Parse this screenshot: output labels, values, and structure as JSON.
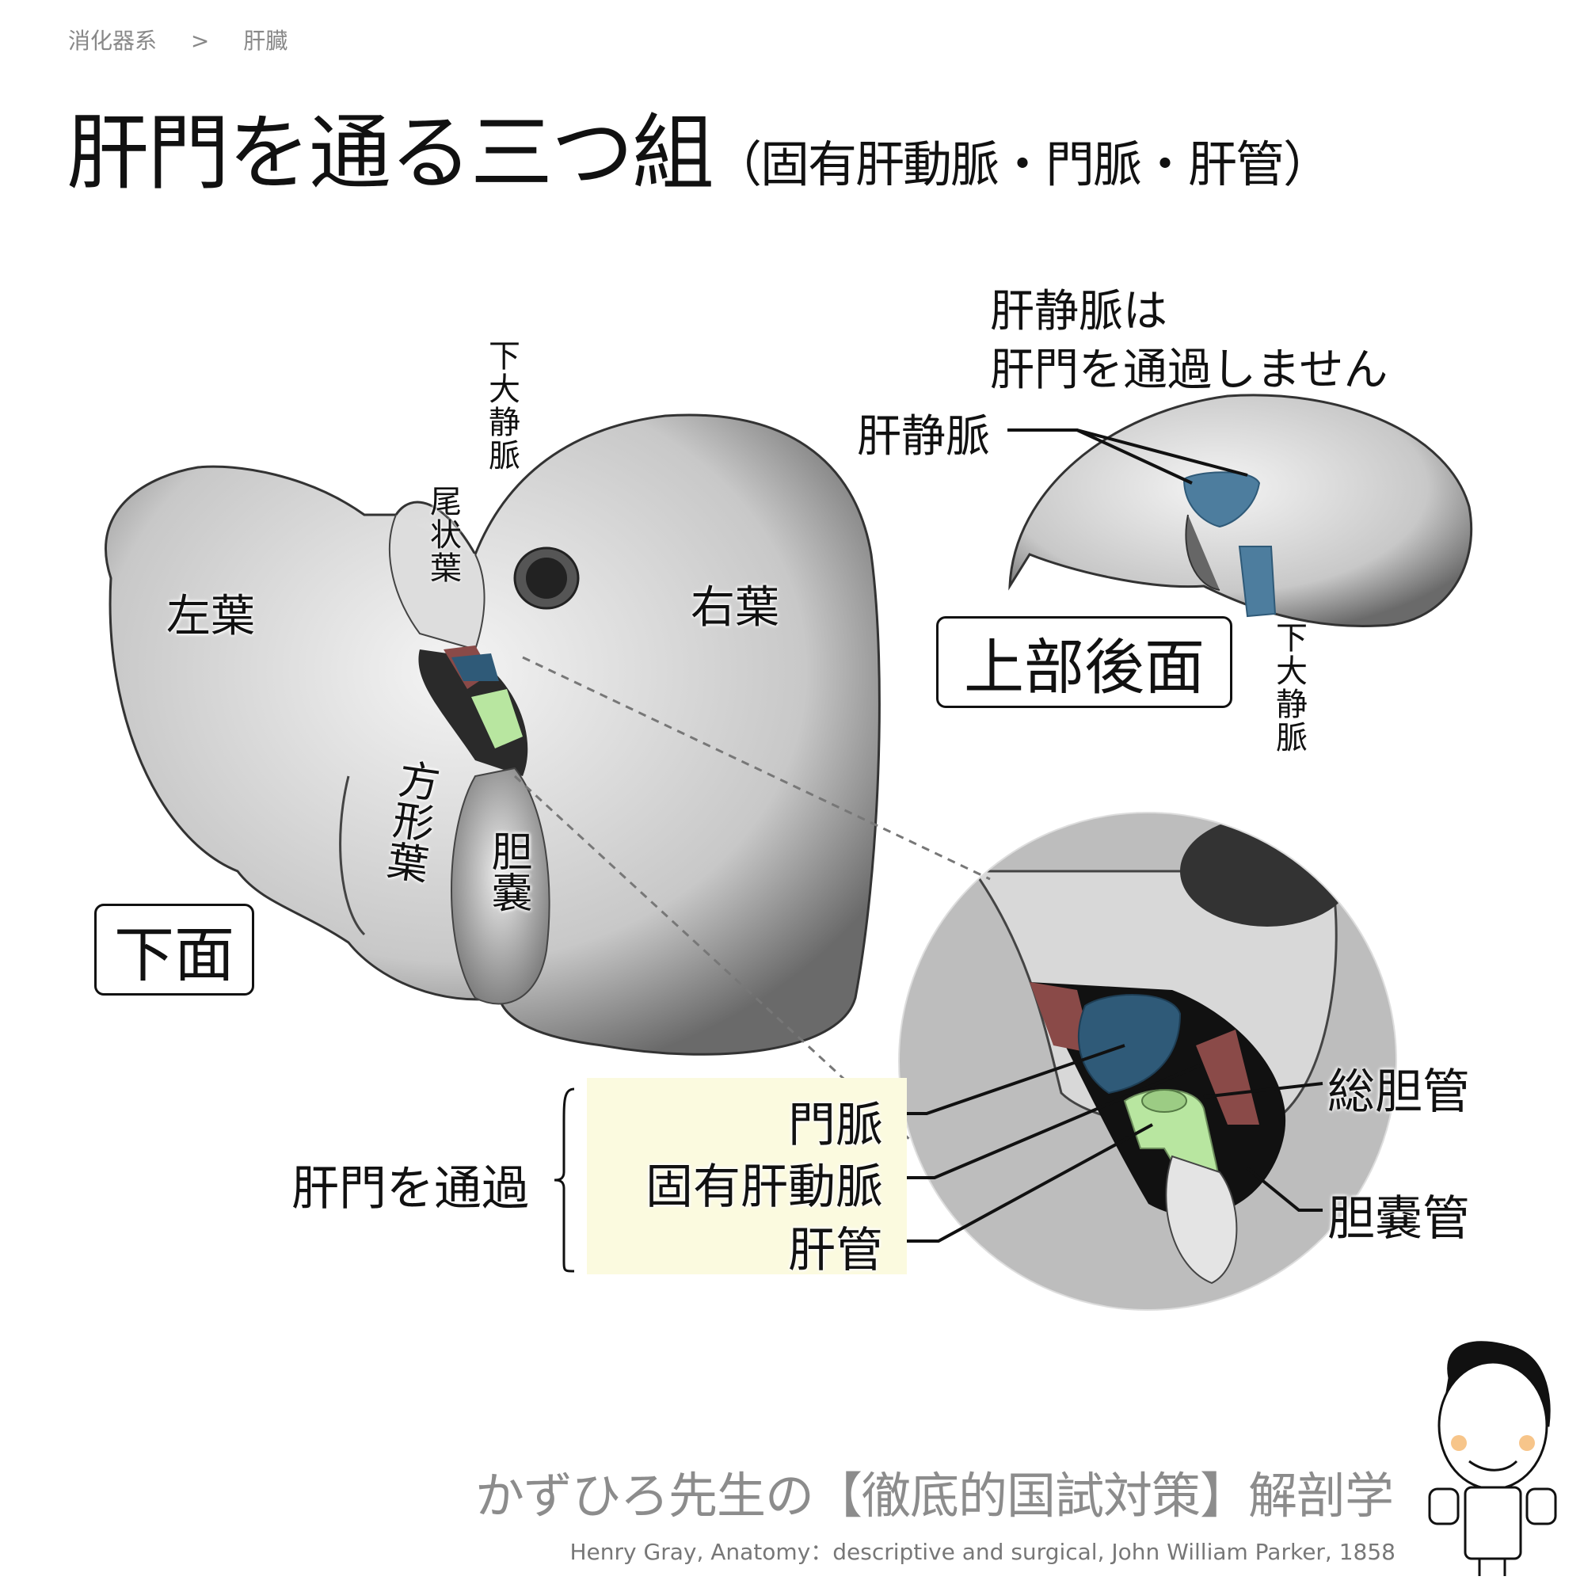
{
  "breadcrumb": {
    "items": [
      "消化器系",
      "肝臓"
    ],
    "separator": ">"
  },
  "title": {
    "main": "肝門を通る三つ組",
    "sub": "（固有肝動脈・門脈・肝管）"
  },
  "main_view": {
    "labels": {
      "left_lobe": "左葉",
      "right_lobe": "右葉",
      "caudate_lobe": "尾状葉",
      "ivc": "下大静脈",
      "quadrate_lobe": "方形葉",
      "gallbladder": "胆嚢"
    },
    "view_label": "下面"
  },
  "inset": {
    "note_line1": "肝静脈は",
    "note_line2": "肝門を通過しません",
    "hepatic_vein": "肝静脈",
    "ivc": "下大静脈",
    "view_label": "上部後面"
  },
  "zoom": {
    "group_label": "肝門を通過",
    "items": [
      "門脈",
      "固有肝動脈",
      "肝管"
    ],
    "common_bile_duct": "総胆管",
    "cystic_duct": "胆嚢管"
  },
  "colors": {
    "portal_vein": "#2f5a78",
    "artery": "#8a4a48",
    "bile_duct": "#b8e6a0",
    "highlight": "#fbfadf"
  },
  "footer": {
    "brand": "かずひろ先生の【徹底的国試対策】解剖学",
    "citation": "Henry Gray, Anatomy：descriptive and surgical, John William Parker, 1858"
  }
}
